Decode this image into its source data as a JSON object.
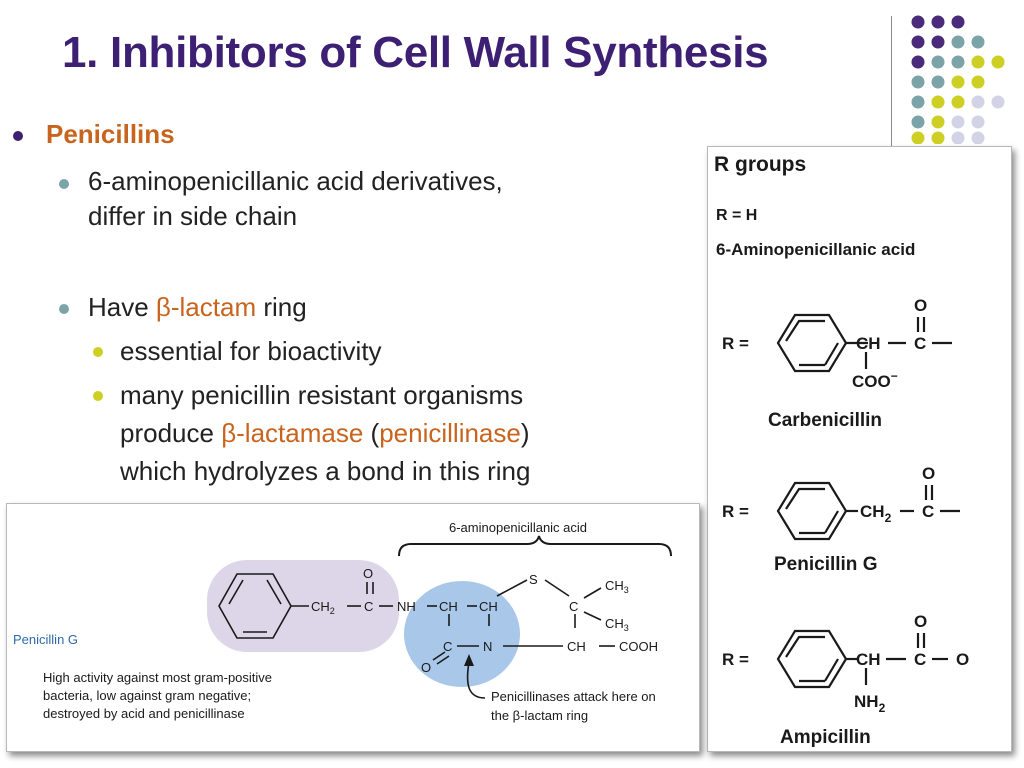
{
  "slide": {
    "title": "1. Inhibitors of Cell Wall Synthesis",
    "bullets": {
      "penicillins": "Penicillins",
      "derivatives_line1": "6-aminopenicillanic acid derivatives,",
      "derivatives_line2": "differ in side chain",
      "have": "Have ",
      "beta_lactam": "β-lactam",
      "ring": " ring",
      "essential": "essential for bioactivity",
      "resistant_line1": "many penicillin resistant organisms",
      "produce": "produce ",
      "beta_lactamase": "β-lactamase",
      "paren_open": " (",
      "penicillinase": "penicillinase",
      "paren_close": ")",
      "hydrolyzes": "which hydrolyzes a bond  in this ring"
    },
    "colors": {
      "title": "#3d1f74",
      "accent": "#c8641e",
      "purple_dot": "#4a2a7a",
      "teal_dot": "#7ba3a8",
      "lime_dot": "#cdcf24",
      "lavender_dot": "#d4d2e6"
    }
  },
  "r_groups": {
    "heading": "R groups",
    "rh": "R = H",
    "apa": "6-Aminopenicillanic acid",
    "r_eq": "R =",
    "ch": "CH",
    "ch2": "CH",
    "sub2": "2",
    "c": "C",
    "o": "O",
    "coo": "COO",
    "minus": "−",
    "nh": "NH",
    "carbenicillin": "Carbenicillin",
    "penicillin_g": "Penicillin G",
    "ampicillin": "Ampicillin"
  },
  "penicillin_g_panel": {
    "apa_label": "6-aminopenicillanic acid",
    "name": "Penicillin G",
    "desc_line1": "High activity against most gram-positive",
    "desc_line2": "bacteria, low against gram negative;",
    "desc_line3": "destroyed by acid and penicillinase",
    "attack_line1": "Penicillinases attack here on",
    "attack_line2": "the β-lactam ring",
    "atoms": {
      "o": "O",
      "ch2": "CH",
      "sub2": "2",
      "c": "C",
      "nh": "NH",
      "ch": "CH",
      "s": "S",
      "ch3": "CH",
      "sub3": "3",
      "n": "N",
      "cooh": "COOH"
    }
  }
}
